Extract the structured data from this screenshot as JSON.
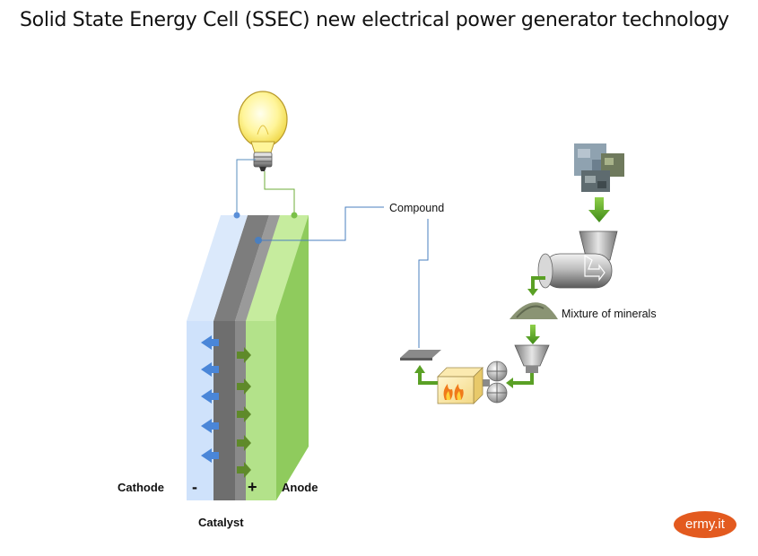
{
  "title": "Solid State Energy Cell (SSEC) new electrical power generator technology",
  "labels": {
    "compound": "Compound",
    "mixture": "Mixture of minerals",
    "cathode": "Cathode",
    "anode": "Anode",
    "catalyst": "Catalyst",
    "minus": "-",
    "plus": "+"
  },
  "logo": "ermy.it",
  "colors": {
    "cathode": "#cfe2fb",
    "catalyst": "#7a7a7a",
    "anode": "#9cd36a",
    "arrow_blue": "#4a86d8",
    "arrow_green": "#5f8a2a",
    "flow_green": "#5aa025",
    "logo": "#e35a1f"
  }
}
